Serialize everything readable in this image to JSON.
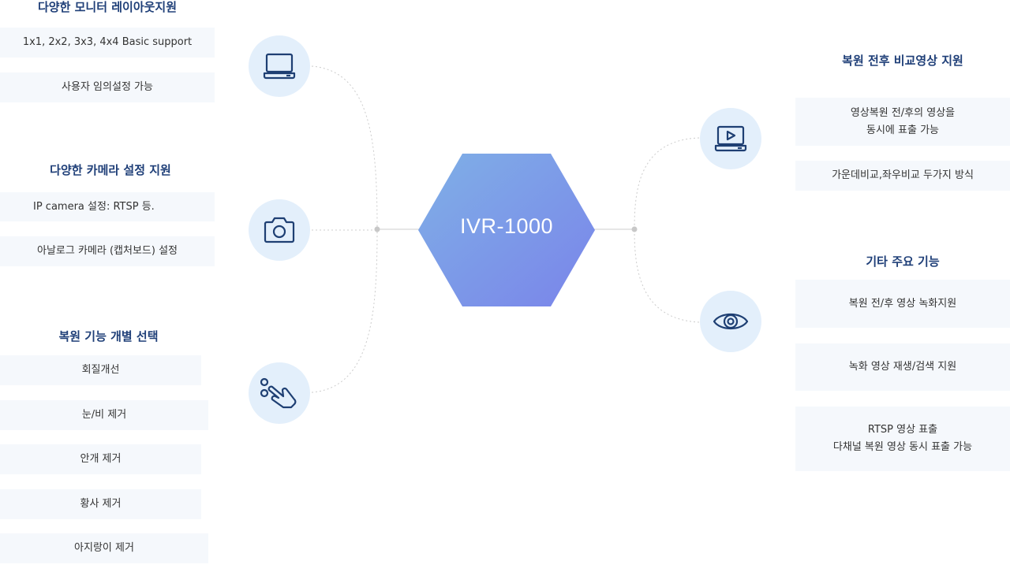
{
  "center": {
    "label": "IVR-1000"
  },
  "colors": {
    "heading": "#1f3f78",
    "icon_stroke": "#1e3f73",
    "icon_bg": "#e3effb",
    "box_bg": "#f5f8fc",
    "hex_gradient_start": "#7fb0e6",
    "hex_gradient_end": "#7a84ea",
    "connector": "#cccccc"
  },
  "left_groups": [
    {
      "heading": "다양한 모니터 레이아웃지원",
      "icon": "laptop-icon",
      "items": [
        "1x1, 2x2, 3x3, 4x4 Basic support",
        "사용자 임의설정 가능"
      ]
    },
    {
      "heading": "다양한 카메라 설정 지원",
      "icon": "camera-icon",
      "items": [
        "IP camera 설정: RTSP 등.",
        "아날로그 카메라 (캡처보드) 설정"
      ]
    },
    {
      "heading": "복원 기능 개별 선택",
      "icon": "hand-pointer-icon",
      "items": [
        "회질개선",
        "눈/비 제거",
        "안개 제거",
        "황사 제거",
        "아지랑이 제거"
      ]
    }
  ],
  "right_groups": [
    {
      "heading": "복원 전후 비교영상 지원",
      "icon": "video-laptop-icon",
      "items": [
        "영상복원 전/후의 영상을\n동시에 표출 가능",
        "가운데비교,좌우비교 두가지 방식"
      ]
    },
    {
      "heading": "기타 주요 기능",
      "icon": "eye-icon",
      "items": [
        "복원 전/후 영상 녹화지원",
        "녹화 영상 재생/검색 지원",
        "RTSP 영상 표출\n다채널 복원 영상 동시 표출 가능"
      ]
    }
  ]
}
